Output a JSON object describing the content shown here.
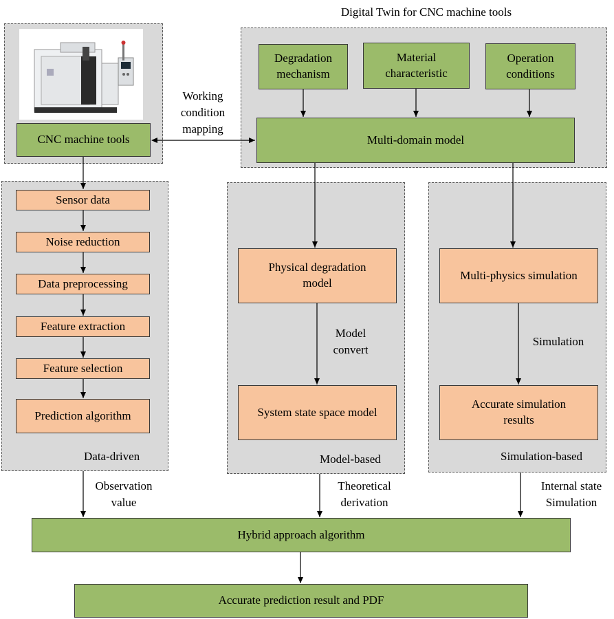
{
  "title": "Digital Twin for CNC machine tools",
  "top_left": {
    "machine_image_alt": "CNC machine tool photo",
    "cnc_box": "CNC machine tools"
  },
  "mapping_label": "Working\ncondition\nmapping",
  "digital_twin": {
    "inputs": [
      "Degradation\nmechanism",
      "Material\ncharacteristic",
      "Operation\nconditions"
    ],
    "multi_domain": "Multi-domain model"
  },
  "data_driven": {
    "tag": "Data-driven",
    "steps": [
      "Sensor data",
      "Noise reduction",
      "Data preprocessing",
      "Feature extraction",
      "Feature selection",
      "Prediction algorithm"
    ]
  },
  "model_based": {
    "tag": "Model-based",
    "physical": "Physical degradation\nmodel",
    "convert_label": "Model\nconvert",
    "state_space": "System state space model"
  },
  "simulation_based": {
    "tag": "Simulation-based",
    "multi_physics": "Multi-physics simulation",
    "sim_label": "Simulation",
    "results": "Accurate simulation\nresults"
  },
  "edge_labels": {
    "observation": "Observation\nvalue",
    "theoretical": "Theoretical\nderivation",
    "internal": "Internal state\nSimulation"
  },
  "hybrid": "Hybrid approach algorithm",
  "final": "Accurate prediction result and PDF",
  "colors": {
    "green": "#9bbb6a",
    "orange": "#f8c49d",
    "panel": "#d9d9d9"
  }
}
